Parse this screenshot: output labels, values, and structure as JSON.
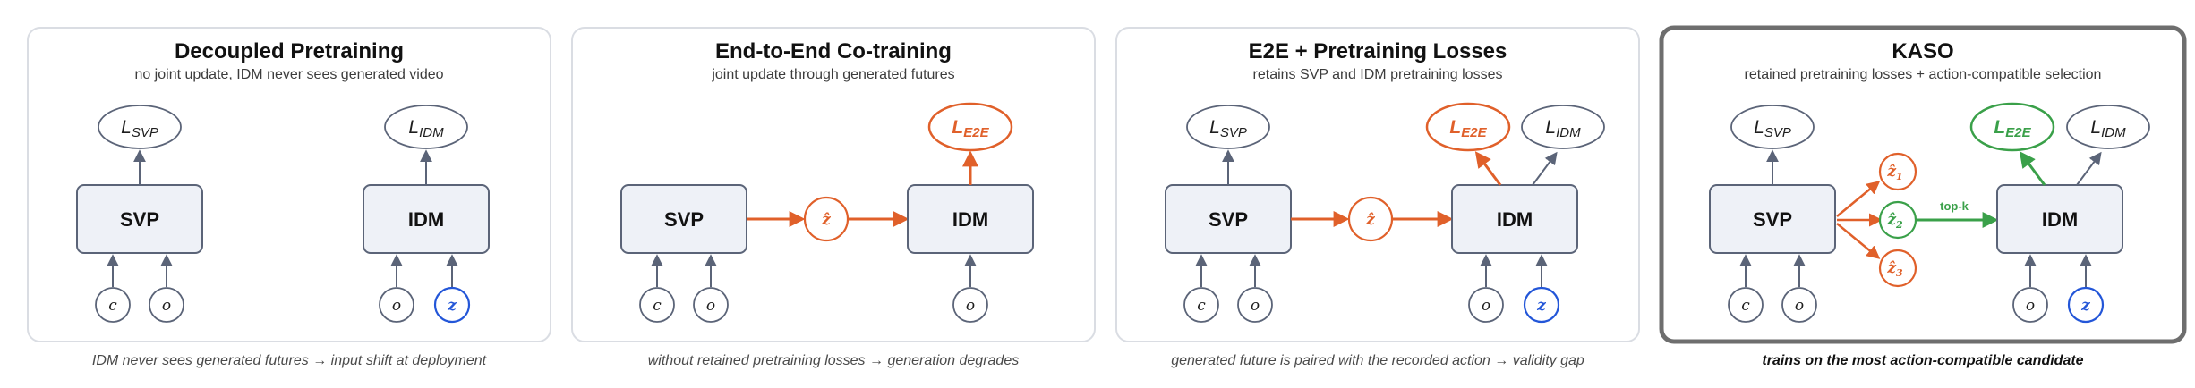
{
  "panels": [
    {
      "title": "Decoupled Pretraining",
      "subtitle": "no joint update, IDM never sees generated video",
      "caption": "IDM never sees generated futures → input shift at deployment",
      "svp": {
        "label": "SVP",
        "loss": "SVP",
        "inputs": [
          "c",
          "o"
        ]
      },
      "idm": {
        "label": "IDM",
        "losses": [
          "IDM"
        ],
        "inputs": [
          "o",
          "z"
        ]
      }
    },
    {
      "title": "End-to-End Co-training",
      "subtitle": "joint update through generated futures",
      "caption": "without retained pretraining losses → generation degrades",
      "svp": {
        "label": "SVP",
        "inputs": [
          "c",
          "o"
        ]
      },
      "z_hat": "ẑ",
      "idm": {
        "label": "IDM",
        "losses": [
          "E2E"
        ],
        "inputs": [
          "o"
        ]
      }
    },
    {
      "title": "E2E + Pretraining Losses",
      "subtitle": "retains SVP and IDM pretraining losses",
      "caption": "generated future is paired with the recorded action → validity gap",
      "svp": {
        "label": "SVP",
        "loss": "SVP",
        "inputs": [
          "c",
          "o"
        ]
      },
      "z_hat": "ẑ",
      "idm": {
        "label": "IDM",
        "losses": [
          "E2E",
          "IDM"
        ],
        "inputs": [
          "o",
          "z"
        ]
      }
    },
    {
      "title": "KASO",
      "subtitle": "retained pretraining losses + action-compatible selection",
      "caption": "trains on the most action-compatible candidate",
      "svp": {
        "label": "SVP",
        "loss": "SVP",
        "inputs": [
          "c",
          "o"
        ]
      },
      "candidates": [
        {
          "base": "ẑ",
          "sub": "1"
        },
        {
          "base": "ẑ",
          "sub": "2"
        },
        {
          "base": "ẑ",
          "sub": "3"
        }
      ],
      "selection_label": "top-k",
      "idm": {
        "label": "IDM",
        "losses": [
          "E2E",
          "IDM"
        ],
        "inputs": [
          "o",
          "z"
        ]
      }
    }
  ],
  "loss_prefix": "L",
  "colors": {
    "module_fill": "#eef1f7",
    "neutral_stroke": "#5b6478",
    "e2e_orange": "#e0602a",
    "selection_green": "#3aa049",
    "action_blue": "#2356d8",
    "highlight_border": "#6e6e6e"
  }
}
